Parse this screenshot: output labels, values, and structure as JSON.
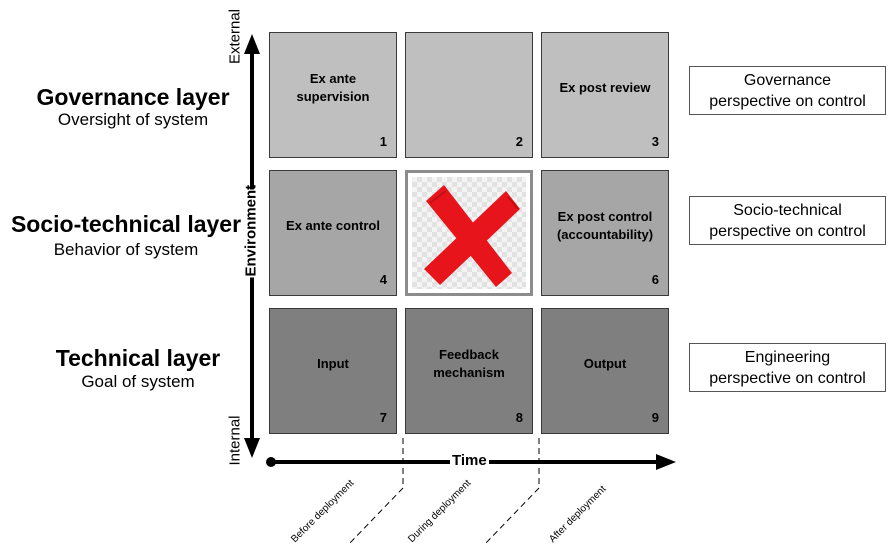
{
  "layers": [
    {
      "title": "Governance layer",
      "subtitle": "Oversight of system"
    },
    {
      "title": "Socio-technical layer",
      "subtitle": "Behavior of system"
    },
    {
      "title": "Technical layer",
      "subtitle": "Goal of system"
    }
  ],
  "cells": [
    {
      "label": "Ex ante\nsupervision",
      "number": "1"
    },
    {
      "label": "",
      "number": "2"
    },
    {
      "label": "Ex post review",
      "number": "3"
    },
    {
      "label": "Ex ante control",
      "number": "4"
    },
    {
      "label": "",
      "number": ""
    },
    {
      "label": "Ex post control\n(accountability)",
      "number": "6"
    },
    {
      "label": "Input",
      "number": "7"
    },
    {
      "label": "Feedback\nmechanism",
      "number": "8"
    },
    {
      "label": "Output",
      "number": "9"
    }
  ],
  "perspectives": [
    {
      "line1": "Governance",
      "line2": "perspective on control"
    },
    {
      "line1": "Socio-technical",
      "line2": "perspective on control"
    },
    {
      "line1": "Engineering",
      "line2": "perspective on control"
    }
  ],
  "axes": {
    "vertical_top": "External",
    "vertical_bottom": "Internal",
    "vertical_title": "Environment",
    "horizontal_title": "Time",
    "phases": [
      "Before deployment",
      "During deployment",
      "After deployment"
    ]
  },
  "colors": {
    "governance_cell": "#bfbfbf",
    "socio_technical_cell": "#a6a6a6",
    "technical_cell": "#7f7f7f",
    "cross": "#e8141b"
  },
  "icons": {
    "cell_5": "red-x-mark-icon"
  }
}
